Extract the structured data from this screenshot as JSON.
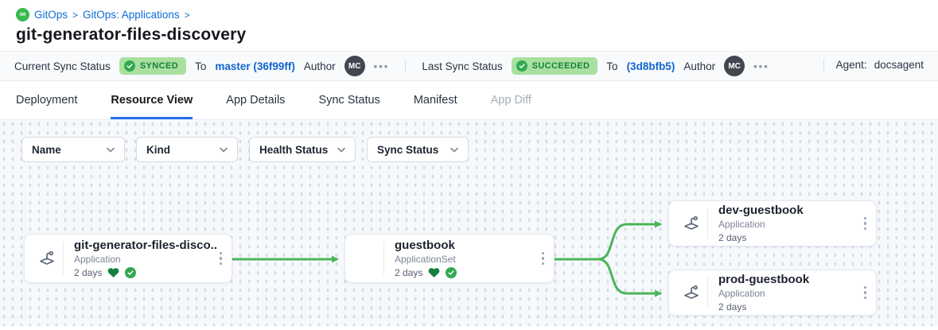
{
  "breadcrumb": {
    "logo": "∞",
    "items": [
      "GitOps",
      "GitOps: Applications"
    ],
    "separator": ">"
  },
  "page": {
    "title": "git-generator-files-discovery"
  },
  "status_bar": {
    "current": {
      "label": "Current Sync Status",
      "badge": "SYNCED",
      "to_label": "To",
      "target": "master (36f99ff)",
      "author_label": "Author",
      "author_initials": "MC",
      "more": "•••"
    },
    "last": {
      "label": "Last Sync Status",
      "badge": "SUCCEEDED",
      "to_label": "To",
      "target": "(3d8bfb5)",
      "author_label": "Author",
      "author_initials": "MC",
      "more": "•••"
    },
    "agent": {
      "label": "Agent:",
      "value": "docsagent"
    }
  },
  "tabs": [
    {
      "label": "Deployment"
    },
    {
      "label": "Resource View",
      "active": true
    },
    {
      "label": "App Details"
    },
    {
      "label": "Sync Status"
    },
    {
      "label": "Manifest"
    },
    {
      "label": "App Diff",
      "disabled": true
    }
  ],
  "filters": [
    {
      "label": "Name"
    },
    {
      "label": "Kind"
    },
    {
      "label": "Health Status"
    },
    {
      "label": "Sync Status"
    }
  ],
  "graph": {
    "nodes": [
      {
        "title": "git-generator-files-disco...",
        "kind": "Application",
        "age": "2 days",
        "healthy": true,
        "synced": true
      },
      {
        "title": "guestbook",
        "kind": "ApplicationSet",
        "age": "2 days",
        "healthy": true,
        "synced": true
      },
      {
        "title": "dev-guestbook",
        "kind": "Application",
        "age": "2 days",
        "healthy": false,
        "synced": false
      },
      {
        "title": "prod-guestbook",
        "kind": "Application",
        "age": "2 days",
        "healthy": false,
        "synced": false
      }
    ]
  },
  "colors": {
    "accent_blue": "#1065d0",
    "tab_underline": "#2570e8",
    "edge_green": "#4bb558",
    "badge_bg": "#a9e09f",
    "badge_text": "#15803d",
    "logo_green": "#3cb94f",
    "heart_green": "#15803d",
    "check_green": "#33a852"
  }
}
